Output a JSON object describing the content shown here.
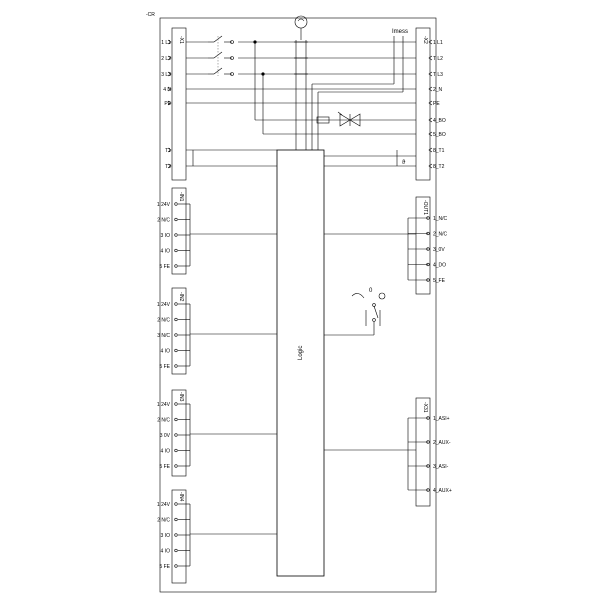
{
  "device_label": "-CR",
  "logic_label": "Logic",
  "imess_label": "Imess",
  "switch_zero_label": "0",
  "x1": {
    "label": "-X1",
    "terminals": [
      "1 L1",
      "2 L2",
      "3 L3",
      "4 N",
      "PE"
    ]
  },
  "x2": {
    "label": "-X2",
    "terminals": [
      "1 L1",
      "T L2",
      "T L3",
      "2_N",
      "PE",
      "4_BO",
      "5_BO",
      "8_T1",
      "8_T2"
    ]
  },
  "temp_terminals": [
    "T1",
    "T2"
  ],
  "inputs": [
    {
      "label": "-IN1",
      "pins": [
        "1 24V",
        "2 N/C",
        "3 IO",
        "4 IO",
        "5 FE"
      ]
    },
    {
      "label": "-IN2",
      "pins": [
        "1 24V",
        "2 N/C",
        "3 N/C",
        "4 IO",
        "5 FE"
      ]
    },
    {
      "label": "-IN3",
      "pins": [
        "1 24V",
        "2 N/C",
        "3 0V",
        "4 IO",
        "5 FE"
      ]
    },
    {
      "label": "-IN4",
      "pins": [
        "1 24V",
        "2 N/C",
        "3 IO",
        "4 IO",
        "5 FE"
      ]
    }
  ],
  "out1": {
    "label": "-OUT1",
    "pins": [
      "1_N/C",
      "2_N/C",
      "3_0V",
      "4_DO",
      "5_FE"
    ]
  },
  "x31": {
    "label": "-X31",
    "pins": [
      "1_ASI+",
      "2_AUX-",
      "3_ASI-",
      "4_AUX+"
    ]
  }
}
